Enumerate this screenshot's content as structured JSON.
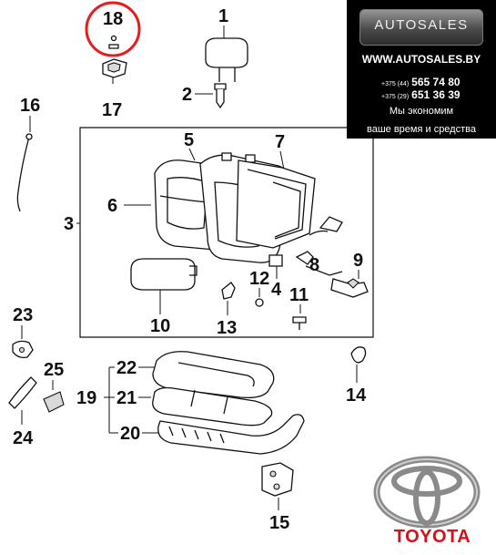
{
  "parts": [
    {
      "id": "1",
      "label": "1"
    },
    {
      "id": "2",
      "label": "2"
    },
    {
      "id": "3",
      "label": "3"
    },
    {
      "id": "4",
      "label": "4"
    },
    {
      "id": "5",
      "label": "5"
    },
    {
      "id": "6",
      "label": "6"
    },
    {
      "id": "7",
      "label": "7"
    },
    {
      "id": "8",
      "label": "8"
    },
    {
      "id": "9",
      "label": "9"
    },
    {
      "id": "10",
      "label": "10"
    },
    {
      "id": "11",
      "label": "11"
    },
    {
      "id": "12",
      "label": "12"
    },
    {
      "id": "13",
      "label": "13"
    },
    {
      "id": "14",
      "label": "14"
    },
    {
      "id": "15",
      "label": "15"
    },
    {
      "id": "16",
      "label": "16"
    },
    {
      "id": "17",
      "label": "17"
    },
    {
      "id": "18",
      "label": "18"
    },
    {
      "id": "19",
      "label": "19"
    },
    {
      "id": "20",
      "label": "20"
    },
    {
      "id": "21",
      "label": "21"
    },
    {
      "id": "22",
      "label": "22"
    },
    {
      "id": "23",
      "label": "23"
    },
    {
      "id": "24",
      "label": "24"
    },
    {
      "id": "25",
      "label": "25"
    }
  ],
  "highlight": {
    "part": "18",
    "color": "#e41d1d"
  },
  "ad": {
    "logo_text": "AUTOSALES",
    "url": "WWW.AUTOSALES.BY",
    "phone1_code": "+375 (44)",
    "phone1_number": "565 74 80",
    "phone2_code": "+375 (29)",
    "phone2_number": "651 36 39",
    "slogan_line1": "Мы экономим",
    "slogan_line2": "ваше время и средства"
  },
  "brand": {
    "name": "TOYOTA",
    "color": "#d4101a",
    "logo": "toyota-logo"
  }
}
